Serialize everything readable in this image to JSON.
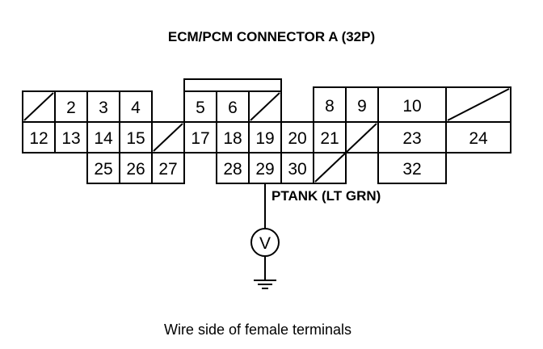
{
  "title": "ECM/PCM CONNECTOR A (32P)",
  "wire_label": "PTANK (LT GRN)",
  "meter_symbol": "V",
  "caption": "Wire side of female terminals",
  "terminals": {
    "t2": "2",
    "t3": "3",
    "t4": "4",
    "t5": "5",
    "t6": "6",
    "t8": "8",
    "t9": "9",
    "t10": "10",
    "t12": "12",
    "t13": "13",
    "t14": "14",
    "t15": "15",
    "t17": "17",
    "t18": "18",
    "t19": "19",
    "t20": "20",
    "t21": "21",
    "t23": "23",
    "t24": "24",
    "t25": "25",
    "t26": "26",
    "t27": "27",
    "t28": "28",
    "t29": "29",
    "t30": "30",
    "t32": "32"
  }
}
